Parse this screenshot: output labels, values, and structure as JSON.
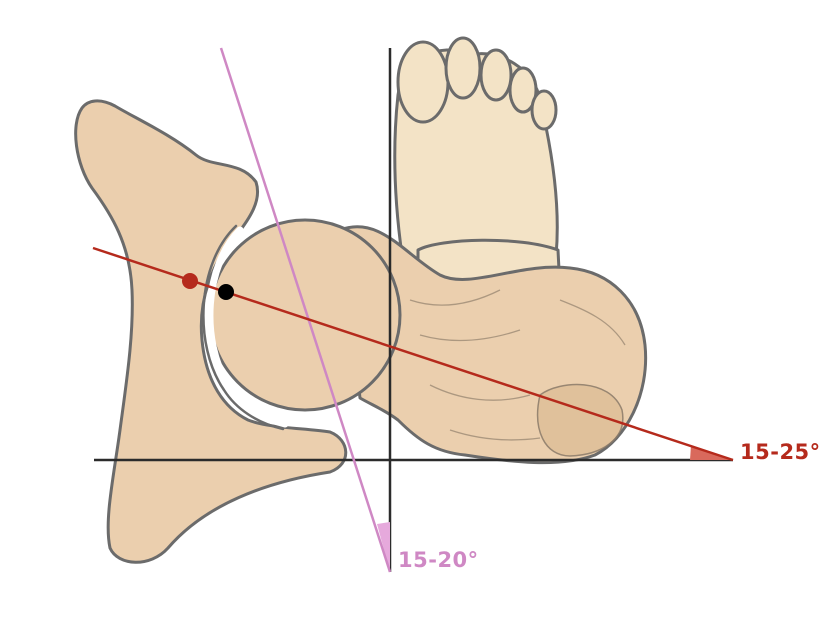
{
  "labels": {
    "anteversion_angle": "15-25°",
    "torsion_angle": "15-20°"
  },
  "colors": {
    "bone": "#ebcfae",
    "bone_shade": "#d9b88f",
    "foot_skin": "#f3e3c6",
    "outline": "#6b6b6b",
    "axis_line": "#2b2b2b",
    "red_axis": "#b52a1c",
    "red_angle_fill": "#d9695c",
    "pink_axis": "#cf88c4",
    "pink_angle_fill": "#e6a9dc",
    "black_dot": "#000000"
  },
  "icons": {
    "red_point": "center-of-rotation-dot",
    "black_point": "femoral-head-center-dot"
  }
}
